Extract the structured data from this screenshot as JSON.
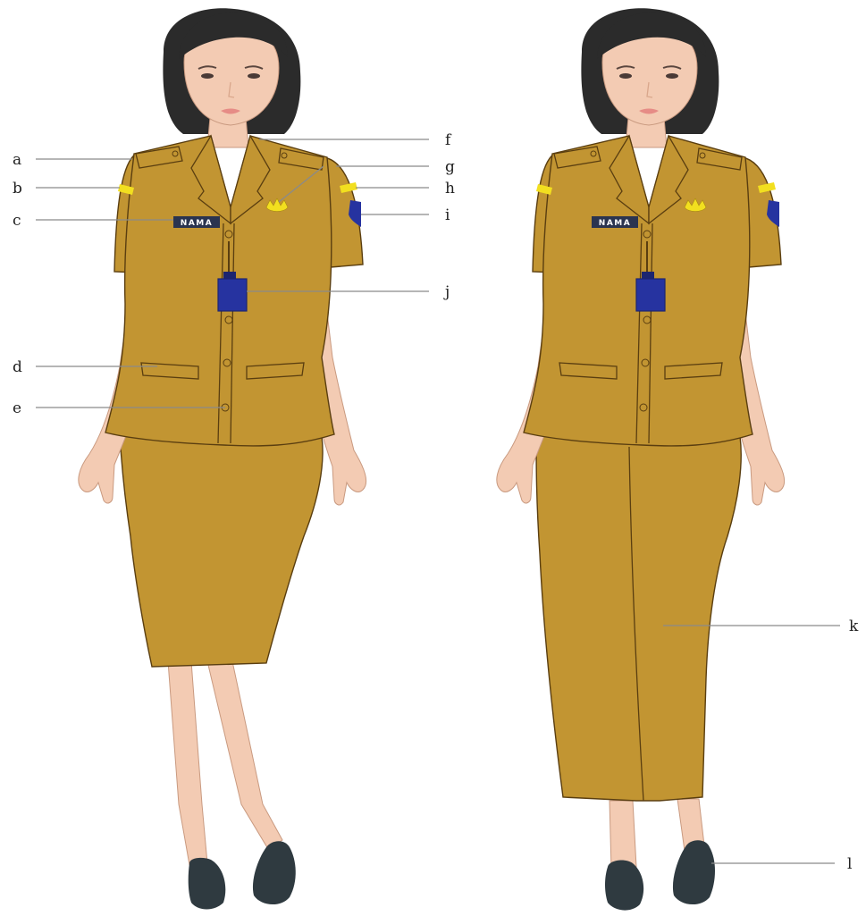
{
  "figures": [
    {
      "name": "figure-skirt",
      "bottom": "skirt",
      "name_tag": "NAMA"
    },
    {
      "name": "figure-trousers",
      "bottom": "trousers",
      "name_tag": "NAMA"
    }
  ],
  "labels": {
    "a": "a",
    "b": "b",
    "c": "c",
    "d": "d",
    "e": "e",
    "f": "f",
    "g": "g",
    "h": "h",
    "i": "i",
    "j": "j",
    "k": "k",
    "l": "l"
  },
  "colors": {
    "uniform": "#C29532",
    "uniform_outline": "#5a3e10",
    "skin": "#F3CBB3",
    "skin_outline": "#c99a80",
    "hair": "#2b2b2b",
    "badge_blue": "#2633A0",
    "rank_stripe": "#F2DF1F",
    "name_tag_bg": "#2a3450",
    "shoe": "#2f3a40",
    "leader_line": "#8a8a8a"
  }
}
